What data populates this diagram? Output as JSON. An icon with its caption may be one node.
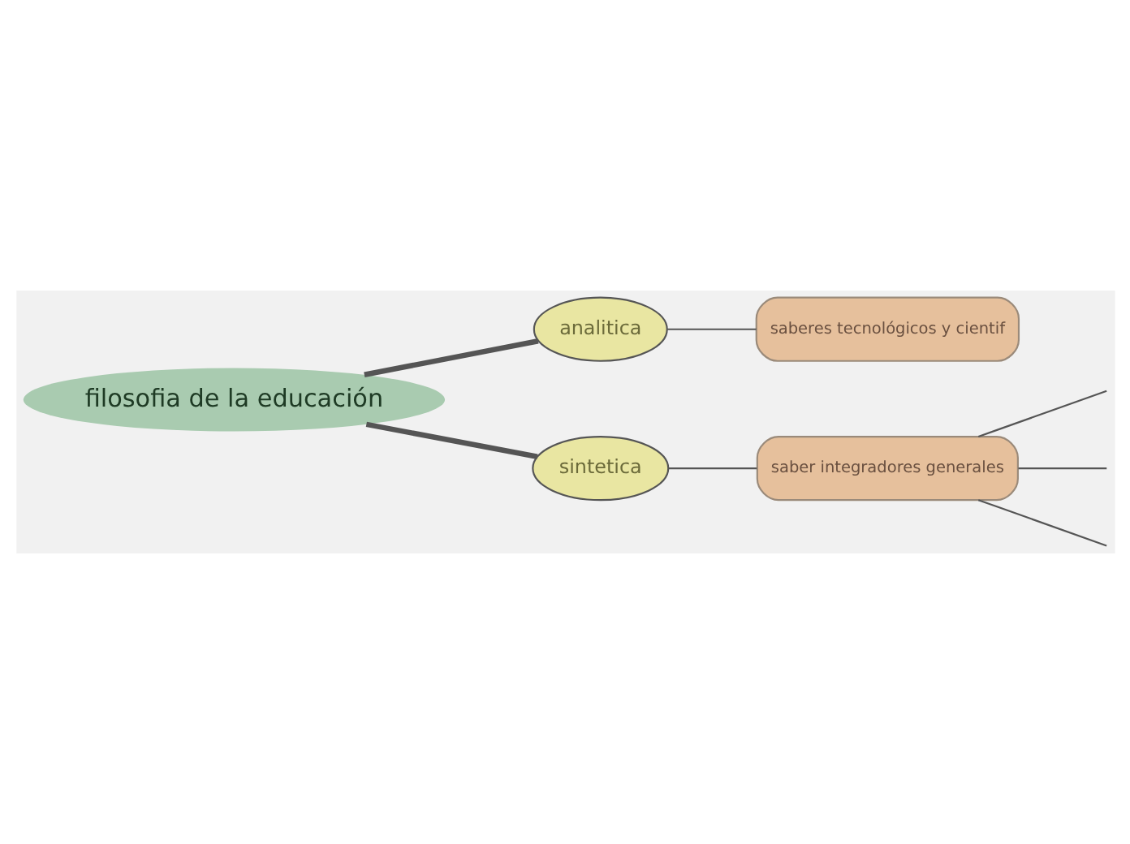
{
  "diagram": {
    "nodes": [
      {
        "text": [
          "filosofia de la educación"
        ]
      },
      {
        "text": [
          "analitica"
        ]
      },
      {
        "text": [
          "sintetica"
        ]
      },
      {
        "text": [
          "saberes tecnológicos y cientif"
        ]
      },
      {
        "text": [
          "saber integradores generales"
        ]
      }
    ],
    "edges": [
      {
        "from": 0,
        "to": 1,
        "arrow": "none",
        "style": "thick"
      },
      {
        "from": 0,
        "to": 2,
        "arrow": "none",
        "style": "thick"
      },
      {
        "from": 1,
        "to": 3,
        "arrow": "none"
      },
      {
        "from": 2,
        "to": 4,
        "arrow": "none"
      },
      {
        "from": 4,
        "to": null,
        "arrow": "none"
      },
      {
        "from": 4,
        "to": null,
        "arrow": "none"
      },
      {
        "from": 4,
        "to": null,
        "arrow": "none"
      }
    ]
  }
}
